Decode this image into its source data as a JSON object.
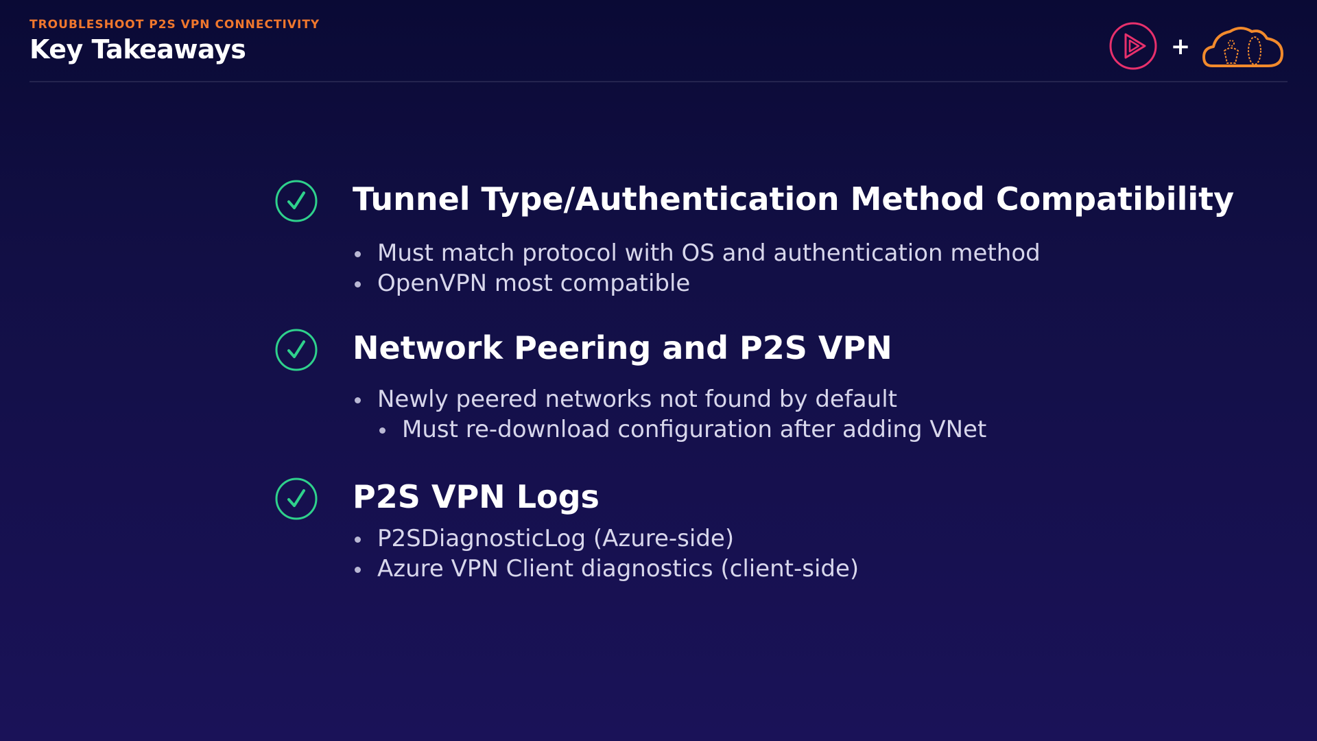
{
  "header": {
    "eyebrow": "TROUBLESHOOT P2S VPN CONNECTIVITY",
    "title": "Key Takeaways",
    "plus": "+"
  },
  "logos": {
    "play_logo_icon": "pluralsight-play-icon",
    "cloud_logo_icon": "cloud-guru-icon",
    "play_color": "#e8306c",
    "cloud_color": "#f28a2c"
  },
  "colors": {
    "accent_orange": "#f0772d",
    "check_green": "#2fd18c",
    "background_top": "#0a0a35",
    "background_bottom": "#1a1258"
  },
  "sections": [
    {
      "icon": "check-circle-icon",
      "title": "Tunnel Type/Authentication Method Compatibility",
      "bullets": [
        "Must match protocol with OS and authentication method",
        "OpenVPN most compatible"
      ]
    },
    {
      "icon": "check-circle-icon",
      "title": "Network Peering and P2S VPN",
      "bullets": [
        "Newly peered networks not found by default"
      ],
      "sub_bullets": [
        "Must re-download configuration after adding VNet"
      ]
    },
    {
      "icon": "check-circle-icon",
      "title": "P2S VPN Logs",
      "bullets": [
        "P2SDiagnosticLog (Azure-side)",
        "Azure VPN Client diagnostics (client-side)"
      ]
    }
  ]
}
